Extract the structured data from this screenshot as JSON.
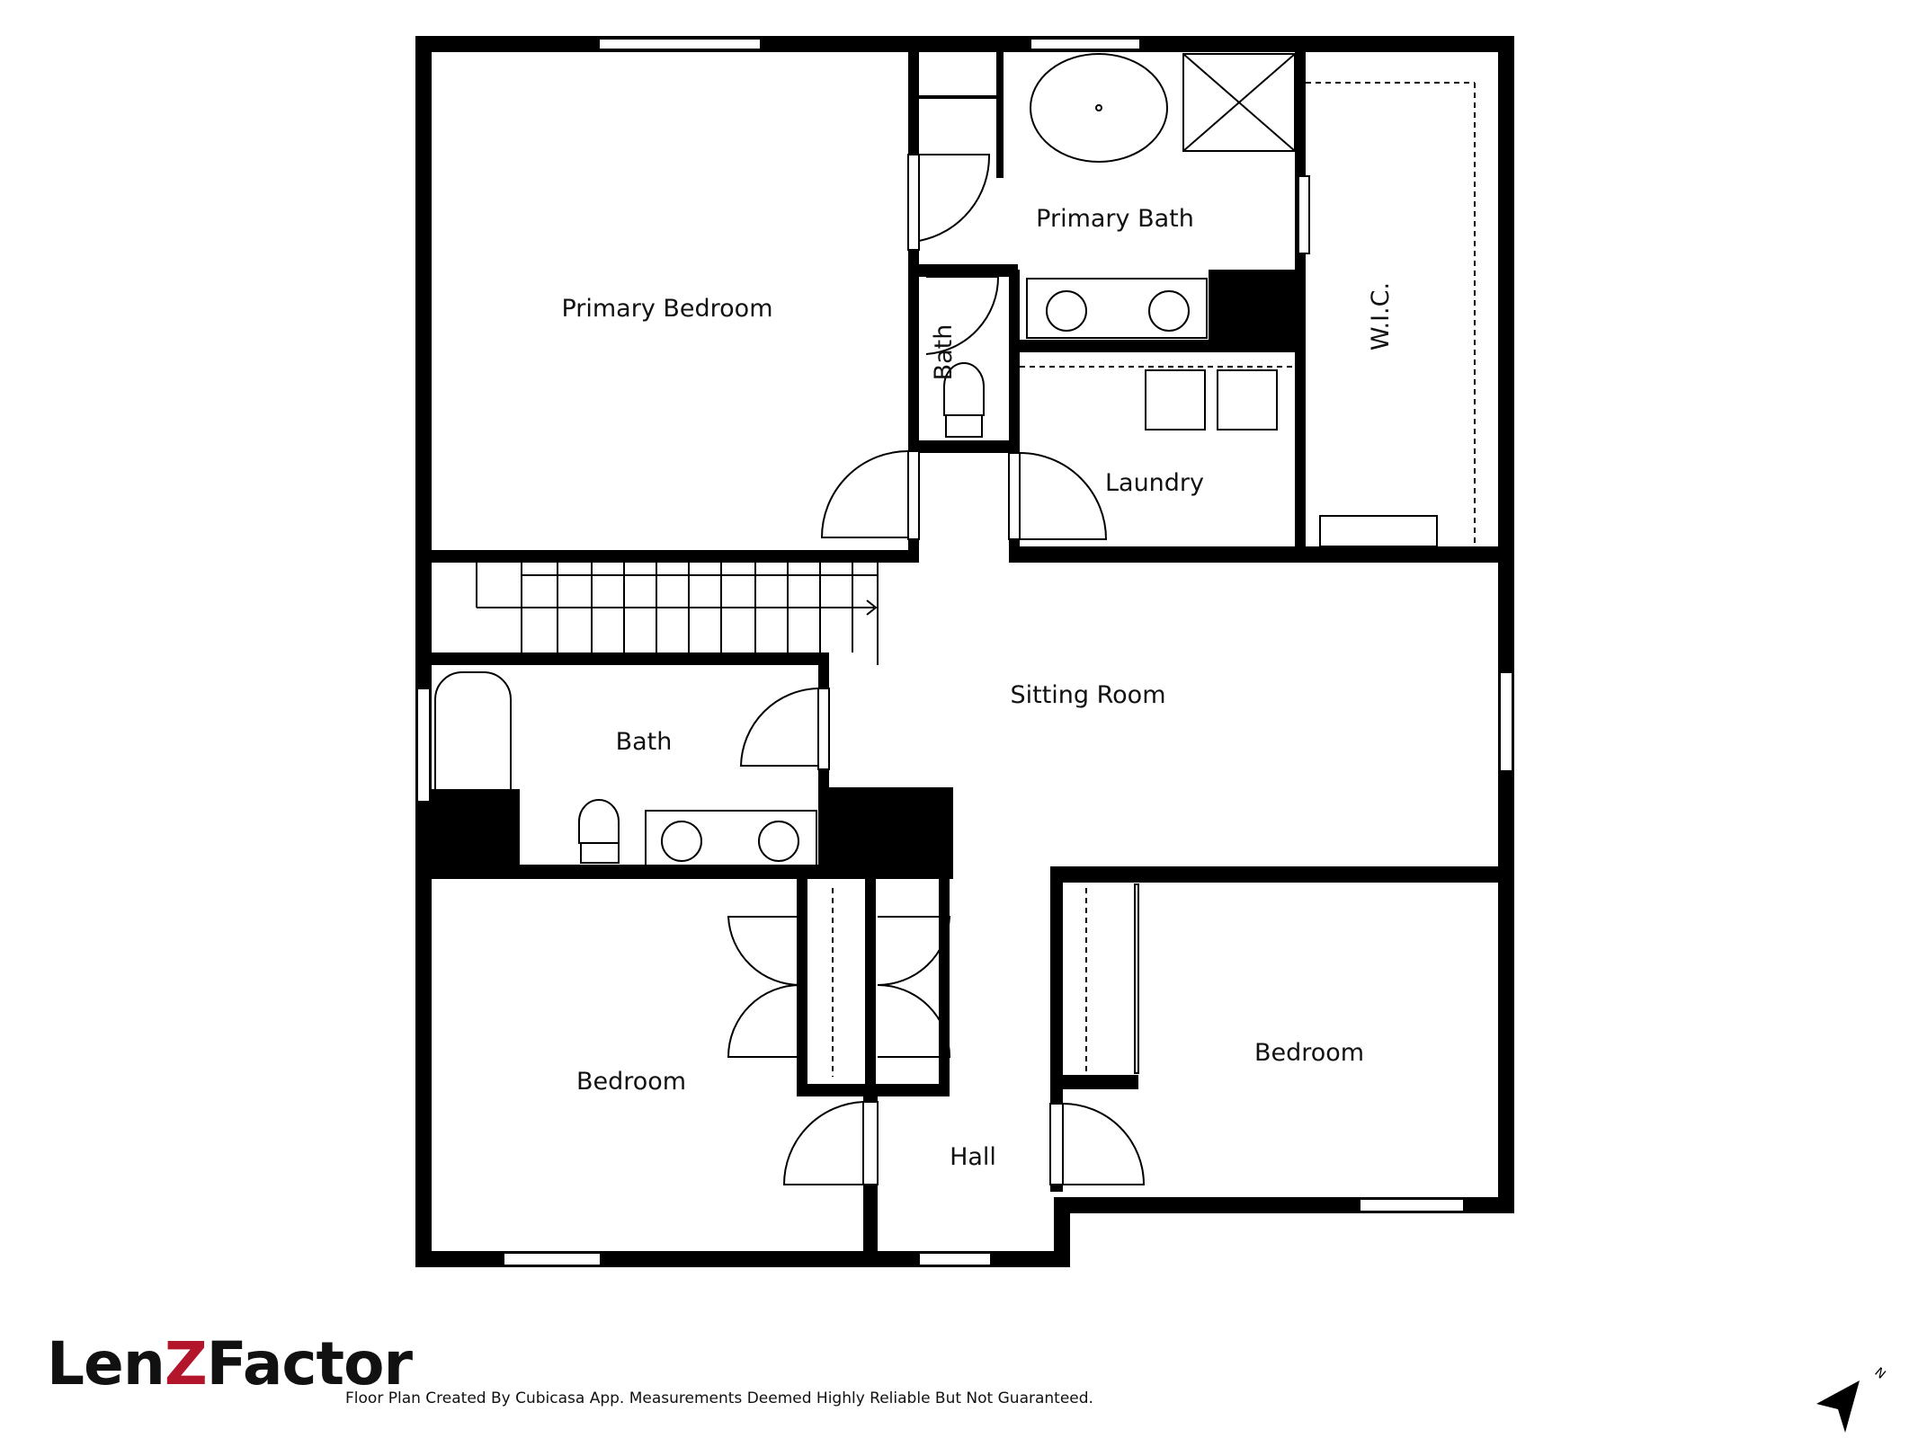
{
  "rooms": {
    "primary_bedroom": "Primary Bedroom",
    "primary_bath": "Primary Bath",
    "wic": "W.I.C.",
    "small_bath": "Bath",
    "laundry": "Laundry",
    "sitting_room": "Sitting Room",
    "hall_bath": "Bath",
    "bedroom_left": "Bedroom",
    "bedroom_right": "Bedroom",
    "hall": "Hall"
  },
  "caption": "Floor Plan Created By Cubicasa App. Measurements Deemed Highly Reliable But Not Guaranteed.",
  "logo": {
    "part1": "Len",
    "part2": "Z",
    "part3": "Factor"
  },
  "north_label": "N",
  "colors": {
    "wall": "#000000",
    "logo_accent": "#b3162b",
    "text": "#111111"
  }
}
